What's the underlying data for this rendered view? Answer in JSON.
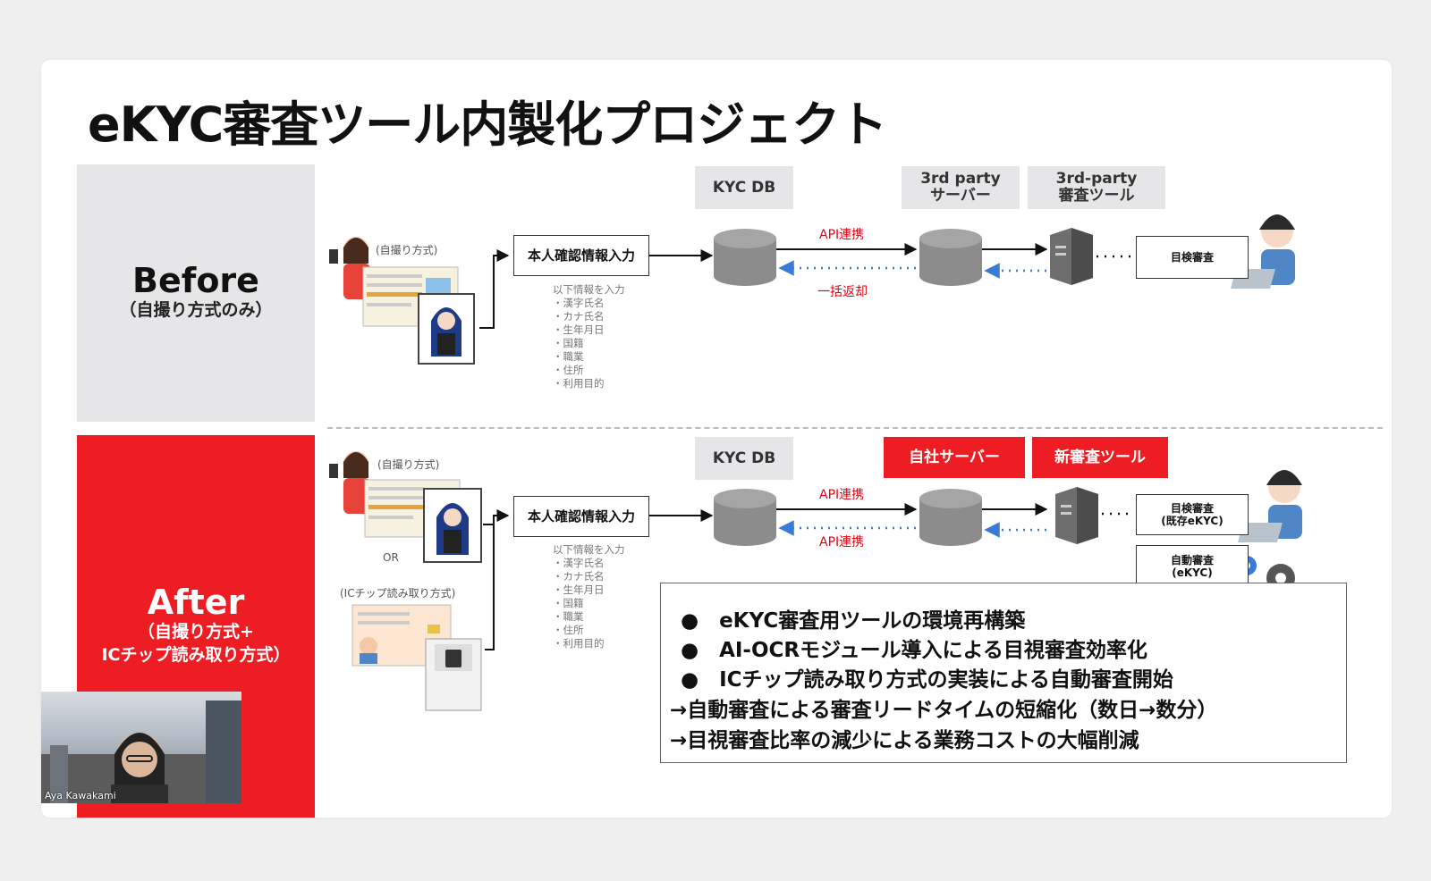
{
  "slide": {
    "title": "eKYC審査ツール内製化プロジェクト",
    "before": {
      "heading": "Before",
      "sub": "（自撮り方式のみ）"
    },
    "after": {
      "heading": "After",
      "sub": "（自撮り方式+\nICチップ読み取り方式）"
    },
    "headers": {
      "kyc_db": "KYC DB",
      "third_party_server": "3rd party\nサーバー",
      "third_party_tool": "3rd-party\n審査ツール",
      "own_server": "自社サーバー",
      "new_tool": "新審査ツール"
    },
    "identity_input": "本人確認情報入力",
    "input_list": [
      "以下情報を入力",
      "・漢字氏名",
      "・カナ氏名",
      "・生年月日",
      "・国籍",
      "・職業",
      "・住所",
      "・利用目的"
    ],
    "selfie_label": "(自撮り方式)",
    "or_label": "OR",
    "ic_label": "(ICチップ読み取り方式)",
    "before_flow": {
      "api_label": "API連携",
      "return_label": "一括返却",
      "visual_review": "目検審査"
    },
    "after_flow": {
      "api_label_top": "API連携",
      "api_label_bottom": "API連携",
      "visual_review": "目検審査\n(既存eKYC)",
      "auto_review": "自動審査\n(eKYC)"
    },
    "summary": [
      "●　eKYC審査用ツールの環境再構築",
      "●　AI-OCRモジュール導入による目視審査効率化",
      "●　ICチップ読み取り方式の実装による自動審査開始",
      "→自動審査による審査リードタイムの短縮化（数日→数分）",
      "→目視審査比率の減少による業務コストの大幅削減"
    ]
  },
  "webcam": {
    "name": "Aya Kawakami"
  },
  "colors": {
    "accent_red": "#ee1d23",
    "panel_gray": "#e6e6e9",
    "dotted_blue": "#3a7bd5",
    "cylinder_gray": "#8c8c8c"
  }
}
